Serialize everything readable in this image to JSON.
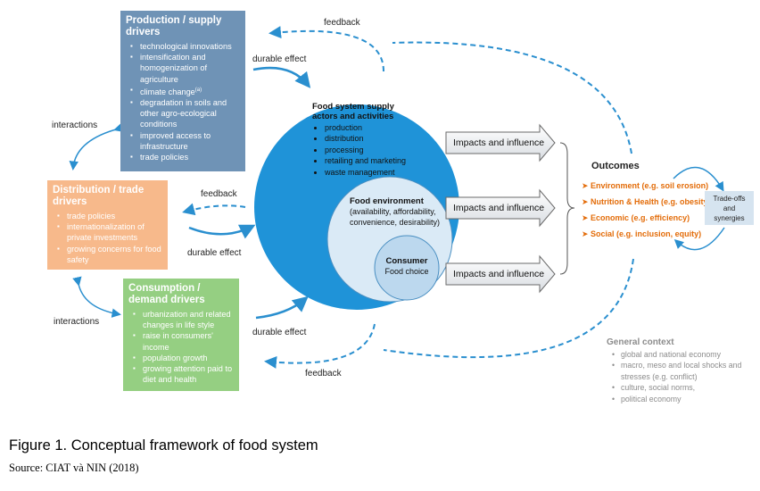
{
  "production": {
    "title": "Production / supply drivers",
    "items": [
      "technological innovations",
      "intensification and homogenization of agriculture",
      "climate change",
      "degradation in soils and other agro-ecological conditions",
      "improved access to infrastructure",
      "trade policies"
    ],
    "climate_footnote": "(a)"
  },
  "distribution": {
    "title": "Distribution / trade drivers",
    "items": [
      "trade policies",
      "internationalization of private investments",
      "growing concerns for food safety"
    ]
  },
  "consumption": {
    "title": "Consumption / demand drivers",
    "items": [
      "urbanization and related changes in life style",
      "raise in consumers' income",
      "population growth",
      "growing attention paid to diet and health"
    ]
  },
  "labels": {
    "feedback": "feedback",
    "durable_effect": "durable effect",
    "interactions": "interactions",
    "impacts": "Impacts and influence"
  },
  "supply": {
    "title": "Food system supply actors and activities",
    "items": [
      "production",
      "distribution",
      "processing",
      "retailing and marketing",
      "waste management"
    ]
  },
  "environment": {
    "title": "Food environment",
    "desc": "(availability, affordability, convenience, desirability)"
  },
  "consumer": {
    "title": "Consumer",
    "desc": "Food choice"
  },
  "outcomes": {
    "title": "Outcomes",
    "items": [
      "Environment (e.g. soil erosion)",
      "Nutrition & Health (e.g. obesity)",
      "Economic (e.g. efficiency)",
      "Social (e.g. inclusion, equity)"
    ]
  },
  "tradeoffs": {
    "line1": "Trade-offs",
    "line2": "and",
    "line3": "synergies"
  },
  "general_context": {
    "title": "General context",
    "items": [
      "global and national economy",
      "macro, meso and local shocks and stresses (e.g. conflict)",
      "culture, social norms,",
      "political economy"
    ]
  },
  "caption": "Figure 1. Conceptual framework of food system",
  "source": "Source: CIAT và NIN (2018)",
  "colors": {
    "production": "#6f93b6",
    "distribution": "#f7b98b",
    "consumption": "#95cf82",
    "big_circle": "#1f93d8",
    "arrow_blue": "#2a8fcf",
    "outcome_orange": "#e36c09",
    "context_gray": "#8c8c8c"
  }
}
